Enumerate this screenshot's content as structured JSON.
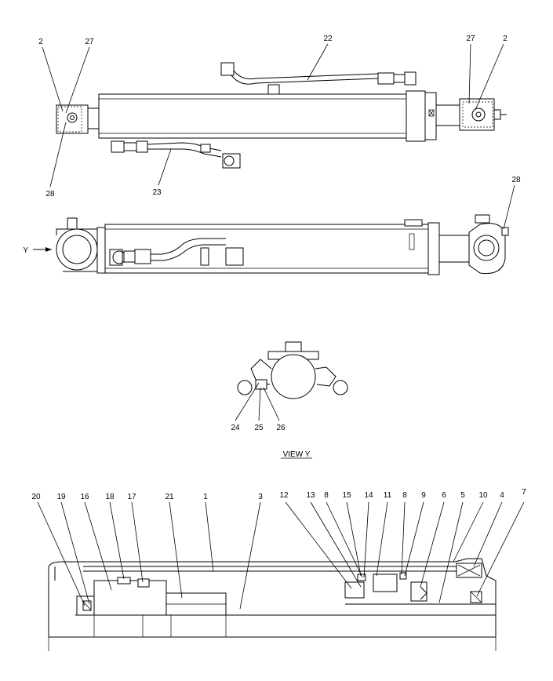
{
  "view_caption": "VIEW Y",
  "view_marker": "Y",
  "callouts": {
    "top_2_left": "2",
    "top_27_left": "27",
    "top_22": "22",
    "top_27_right": "27",
    "top_2_right": "2",
    "top_28_left": "28",
    "top_23": "23",
    "side_28": "28",
    "view_24": "24",
    "view_25": "25",
    "view_26": "26",
    "sec_20": "20",
    "sec_19": "19",
    "sec_16": "16",
    "sec_18": "18",
    "sec_17": "17",
    "sec_21": "21",
    "sec_1": "1",
    "sec_3": "3",
    "sec_12": "12",
    "sec_13": "13",
    "sec_15": "15",
    "sec_8a": "8",
    "sec_14": "14",
    "sec_11": "11",
    "sec_8b": "8",
    "sec_9": "9",
    "sec_6": "6",
    "sec_5": "5",
    "sec_10": "10",
    "sec_4": "4",
    "sec_7": "7"
  }
}
